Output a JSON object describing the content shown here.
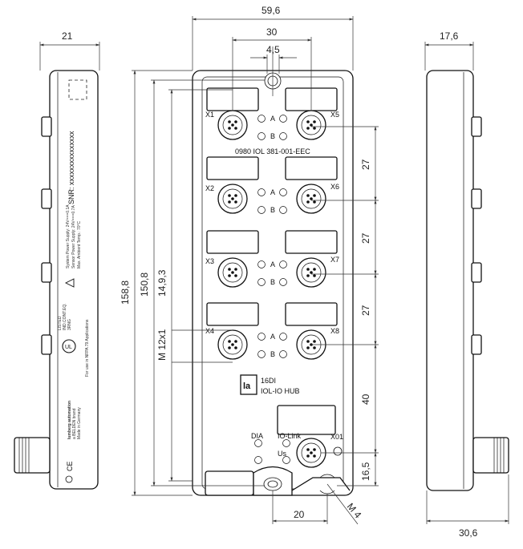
{
  "dimensions": {
    "side_left_width": "21",
    "total_width": "59,6",
    "connector_spacing": "30",
    "center_offset": "4,5",
    "side_right_width": "17,6",
    "height_total": "158,8",
    "height_mount": "150,8",
    "height_connectors": "14,9,3",
    "thread_ports": "M 12x1",
    "pitch_1": "27",
    "pitch_2": "27",
    "pitch_3": "27",
    "pitch_4": "40",
    "pitch_5": "16,5",
    "bottom_spacing": "20",
    "bottom_right_width": "30,6",
    "screw_thread": "M 4"
  },
  "ports": {
    "x1": "X1",
    "x2": "X2",
    "x3": "X3",
    "x4": "X4",
    "x5": "X5",
    "x6": "X6",
    "x7": "X7",
    "x8": "X8",
    "x01": "X01"
  },
  "leds": {
    "a": "A",
    "b": "B"
  },
  "product": {
    "part_number": "0980 IOL 381-001-EEC",
    "logo_letter": "la",
    "line1": "16DI",
    "line2": "IOL-IO HUB"
  },
  "status": {
    "dia": "DIA",
    "io_link": "IO-Link",
    "us": "Us"
  },
  "side_label": {
    "snr": "SNR: xxxxxxxxxxxxxxx",
    "spec1": "System Power Supply: 24V===0.1A",
    "spec2": "Sensor Power Supply: 24V===0.7A",
    "spec3": "Max. Ambient Temp.: 70°C",
    "listed": "LISTED",
    "listed2": "IND.CONT.EQ.",
    "listed3": "3RNG",
    "nfpa": "For use in NFPA 79 Applications",
    "brand": "lumberg automation",
    "brand2": "a BELDEN brand",
    "made": "Made in Germany",
    "ce": "CE"
  }
}
